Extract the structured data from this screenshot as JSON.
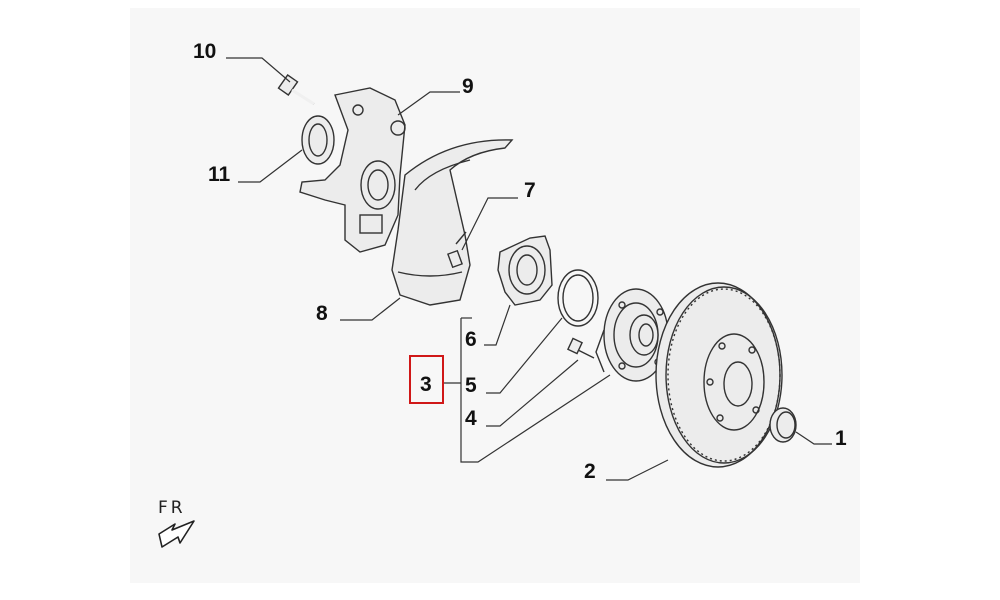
{
  "callouts": {
    "c1": "1",
    "c2": "2",
    "c3": "3",
    "c4": "4",
    "c5": "5",
    "c6": "6",
    "c7": "7",
    "c8": "8",
    "c9": "9",
    "c10": "10",
    "c11": "11"
  },
  "direction": {
    "label": "FR",
    "icon": "direction-arrow-icon"
  },
  "highlight": {
    "callout": "3",
    "color": "#d01818"
  }
}
